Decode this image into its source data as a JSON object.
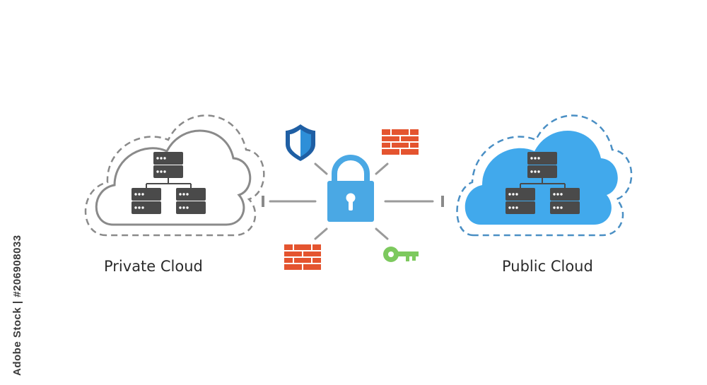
{
  "diagram": {
    "left_node": {
      "label": "Private Cloud"
    },
    "right_node": {
      "label": "Public Cloud"
    },
    "center_node": {
      "icon": "padlock-icon"
    },
    "satellite_icons": [
      "shield-icon",
      "firewall-brick-icon",
      "firewall-brick-icon",
      "key-icon"
    ]
  },
  "watermark": {
    "stock_id": "Adobe Stock | #206908033"
  },
  "colors": {
    "private_cloud_stroke": "#8a8a8a",
    "public_cloud_fill": "#41a9ec",
    "padlock": "#4aa8e4",
    "shield": "#1f5fa4",
    "firewall": "#e4542f",
    "key": "#7dc95e",
    "server": "#4a4a4a",
    "connector": "#9a9a9a"
  }
}
